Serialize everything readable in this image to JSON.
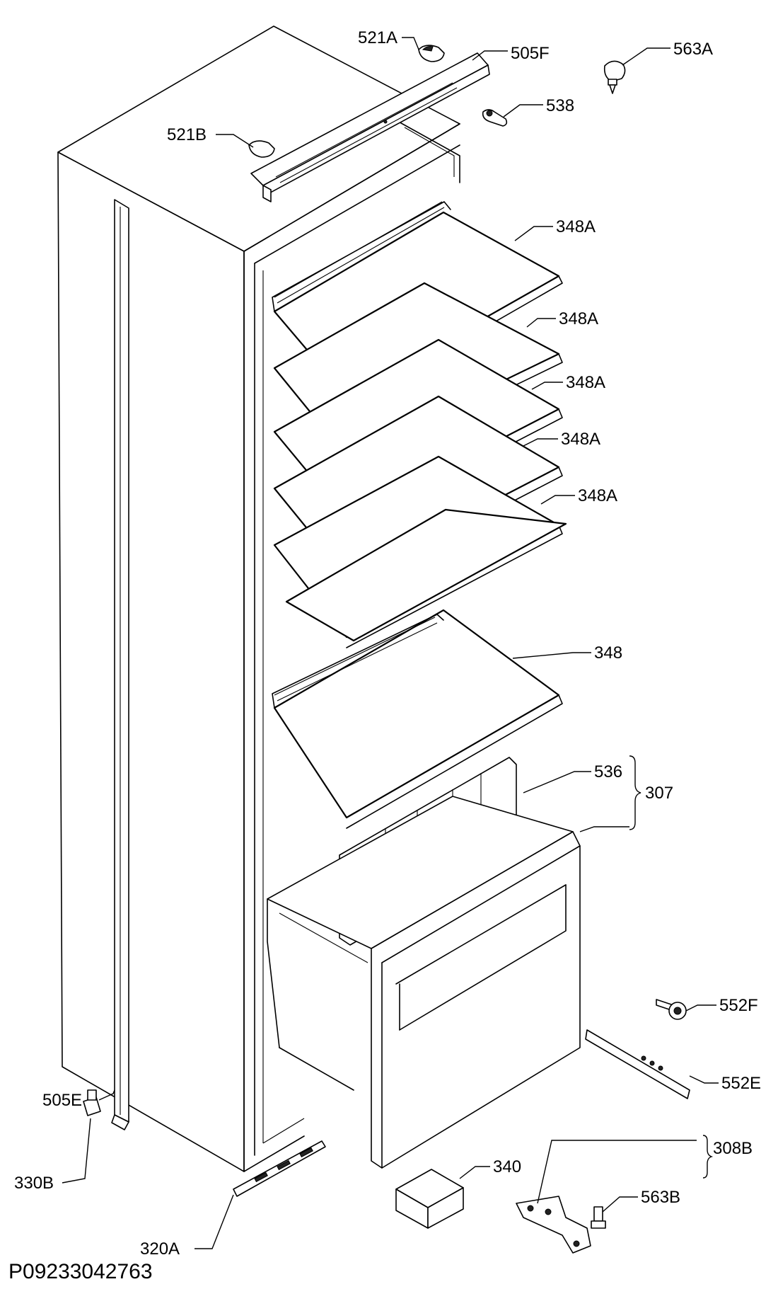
{
  "drawing_code": "P09233042763",
  "labels": {
    "p521A": "521A",
    "p505F": "505F",
    "p563A": "563A",
    "p538": "538",
    "p521B": "521B",
    "p348A_1": "348A",
    "p348A_2": "348A",
    "p348A_3": "348A",
    "p348A_4": "348A",
    "p348A_5": "348A",
    "p348": "348",
    "p536": "536",
    "p307": "307",
    "p552F": "552F",
    "p552E": "552E",
    "p505E": "505E",
    "p330B": "330B",
    "p340": "340",
    "p563B": "563B",
    "p308B": "308B",
    "p320A": "320A"
  }
}
